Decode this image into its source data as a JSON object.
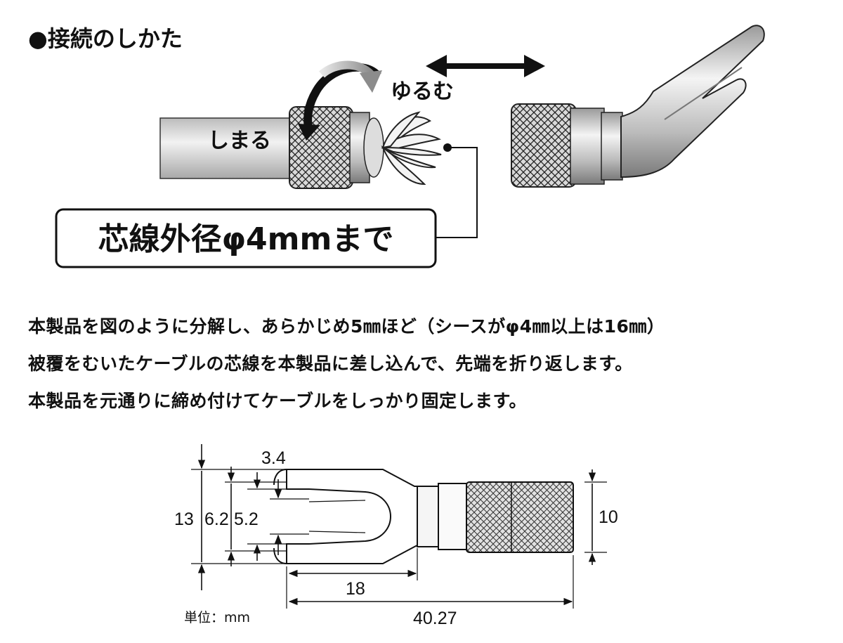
{
  "heading": "●接続のしかた",
  "labels": {
    "tighten": "しまる",
    "loosen": "ゆるむ",
    "core_spec": "芯線外径φ4mmまで"
  },
  "instructions": [
    "本製品を図のように分解し、あらかじめ5㎜ほど（シースがφ4㎜以上は16㎜）",
    "被覆をむいたケーブルの芯線を本製品に差し込んで、先端を折り返します。",
    "本製品を元通りに締め付けてケーブルをしっかり固定します。"
  ],
  "dimensions": {
    "slot_width": "3.4",
    "overall_height": "13",
    "outer_width": "6.2",
    "inner_width": "5.2",
    "barrel_diameter": "10",
    "fork_length": "18",
    "total_length": "40.27",
    "unit_label": "単位：mm"
  }
}
